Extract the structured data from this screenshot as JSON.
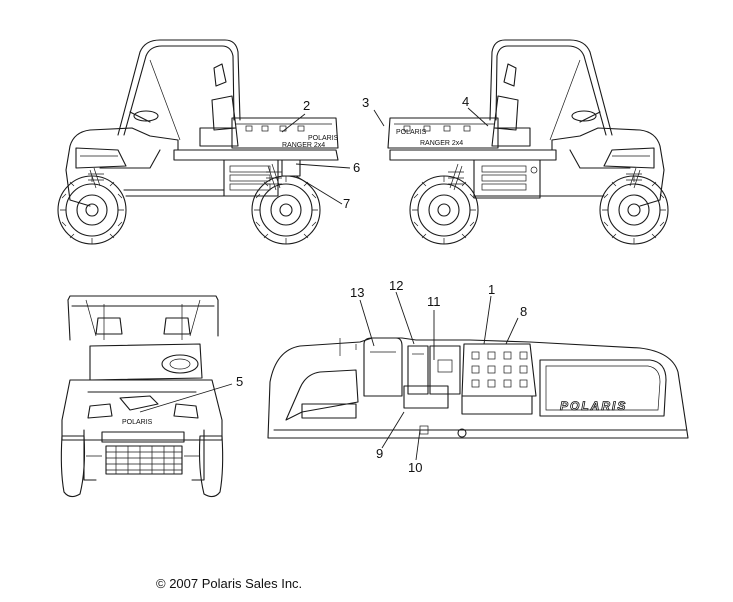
{
  "callouts": [
    "1",
    "2",
    "3",
    "4",
    "5",
    "6",
    "7",
    "8",
    "9",
    "10",
    "11",
    "12",
    "13"
  ],
  "decal_texts": {
    "ranger_left": "RANGER 2x4",
    "ranger_right": "RANGER 2x4",
    "polaris_front": "POLARIS",
    "polaris_dash": "POLARIS",
    "polaris_bed_left": "POLARIS",
    "polaris_bed_right": "POLARIS"
  },
  "copyright": "© 2007 Polaris Sales Inc."
}
